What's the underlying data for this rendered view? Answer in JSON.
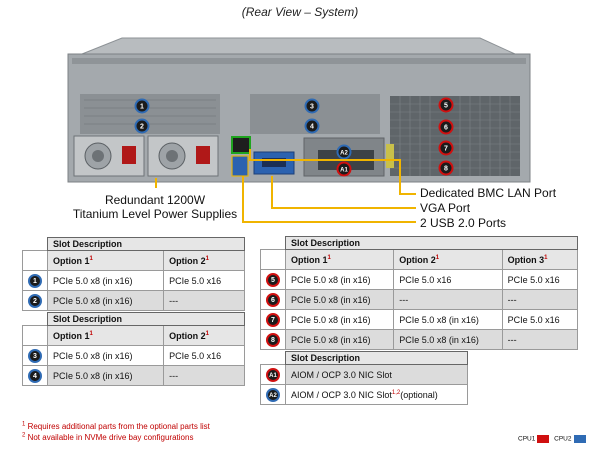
{
  "header": {
    "title": "(Rear View – System)"
  },
  "callouts": {
    "power_line1": "Redundant  1200W",
    "power_line2": "Titanium  Level  Power Supplies",
    "bmc": "Dedicated BMC LAN Port",
    "vga": "VGA Port",
    "usb": "2 USB 2.0 Ports"
  },
  "chassis_labels": {
    "blue": [
      "1",
      "2",
      "3",
      "4",
      "A2"
    ],
    "red": [
      "5",
      "6",
      "7",
      "8",
      "A1"
    ]
  },
  "table1": {
    "title": "Slot Description",
    "col1": "Option 1",
    "col1_sup": "1",
    "col2": "Option 2",
    "col2_sup": "1",
    "rows": [
      {
        "badge": "1",
        "opt1": "PCIe 5.0 x8 (in x16)",
        "opt2": "PCIe 5.0 x16"
      },
      {
        "badge": "2",
        "opt1": "PCIe 5.0 x8 (in x16)",
        "opt2": "---"
      }
    ]
  },
  "table2": {
    "title": "Slot Description",
    "col1": "Option 1",
    "col1_sup": "1",
    "col2": "Option 2",
    "col2_sup": "1",
    "rows": [
      {
        "badge": "3",
        "opt1": "PCIe 5.0 x8 (in x16)",
        "opt2": "PCIe 5.0 x16"
      },
      {
        "badge": "4",
        "opt1": "PCIe 5.0 x8 (in x16)",
        "opt2": "---"
      }
    ]
  },
  "table3": {
    "title": "Slot Description",
    "col1": "Option 1",
    "col1_sup": "1",
    "col2": "Option 2",
    "col2_sup": "1",
    "col3": "Option 3",
    "col3_sup": "1",
    "rows": [
      {
        "badge": "5",
        "opt1": "PCIe 5.0 x8 (in x16)",
        "opt2": "PCIe 5.0 x16",
        "opt3": "PCIe 5.0 x16"
      },
      {
        "badge": "6",
        "opt1": "PCIe 5.0 x8 (in x16)",
        "opt2": "---",
        "opt3": "---"
      },
      {
        "badge": "7",
        "opt1": "PCIe 5.0 x8 (in x16)",
        "opt2": "PCIe 5.0 x8 (in x16)",
        "opt3": "PCIe 5.0 x16"
      },
      {
        "badge": "8",
        "opt1": "PCIe 5.0 x8 (in x16)",
        "opt2": "PCIe 5.0 x8 (in x16)",
        "opt3": "---"
      }
    ]
  },
  "table4": {
    "title": "Slot Description",
    "rows": [
      {
        "badge": "A1",
        "text": "AIOM / OCP 3.0 NIC  Slot",
        "sup": "",
        "suffix": ""
      },
      {
        "badge": "A2",
        "text": "AIOM / OCP 3.0 NIC  Slot",
        "sup": "1,2",
        "suffix": "(optional)"
      }
    ]
  },
  "footnotes": {
    "n1_sup": "1",
    "n1": "Requires additional parts from the optional parts list",
    "n2_sup": "2",
    "n2": "Not available in NVMe  drive bay configurations"
  },
  "legend": {
    "cpu1": "CPU1",
    "cpu1_color": "#d01010",
    "cpu2": "CPU2",
    "cpu2_color": "#2f6bb4"
  }
}
